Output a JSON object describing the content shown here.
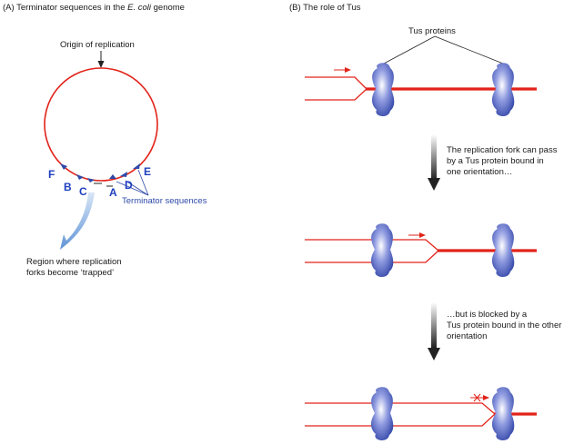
{
  "panel_a": {
    "title_prefix": "(A) Terminator sequences in the ",
    "title_species": "E. coli",
    "title_suffix": " genome",
    "origin_label": "Origin of replication",
    "terminators": [
      "F",
      "B",
      "C",
      "A",
      "D",
      "E"
    ],
    "terminator_label": "Terminator sequences",
    "region_label_line1": "Region where replication",
    "region_label_line2": "forks become ‘trapped’"
  },
  "panel_b": {
    "title": "(B) The role of Tus",
    "tus_label": "Tus proteins",
    "step1_line1": "The replication fork can pass",
    "step1_line2": "by a Tus protein bound in",
    "step1_line3": "one orientation…",
    "step2_line1": "…but is blocked by a",
    "step2_line2": "Tus protein bound in the other",
    "step2_line3": "orientation"
  },
  "colors": {
    "dna_red": "#e2231a",
    "protein_blue": "#4a5fc0",
    "label_blue": "#2f4aa8",
    "arrow_grey": "#333333"
  }
}
